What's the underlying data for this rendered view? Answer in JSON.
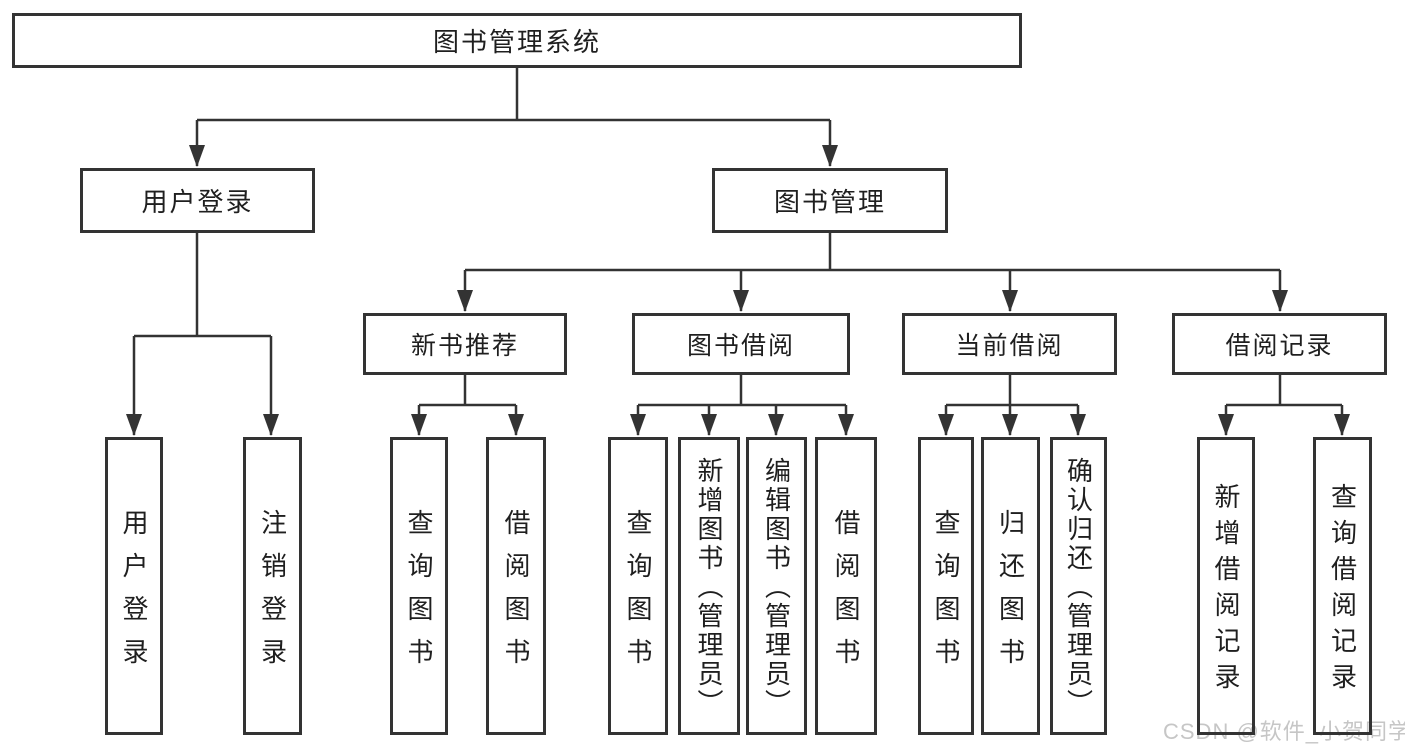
{
  "diagram": {
    "root": {
      "label": "图书管理系统"
    },
    "level2": [
      {
        "label": "用户登录"
      },
      {
        "label": "图书管理"
      }
    ],
    "level3": [
      {
        "label": "新书推荐"
      },
      {
        "label": "图书借阅"
      },
      {
        "label": "当前借阅"
      },
      {
        "label": "借阅记录"
      }
    ],
    "leaf_groups": [
      {
        "parent": "用户登录",
        "items": [
          "用户登录",
          "注销登录"
        ]
      },
      {
        "parent": "新书推荐",
        "items": [
          "查询图书",
          "借阅图书"
        ]
      },
      {
        "parent": "图书借阅",
        "items": [
          "查询图书",
          "新增图书（管理员）",
          "编辑图书（管理员）",
          "借阅图书"
        ]
      },
      {
        "parent": "当前借阅",
        "items": [
          "查询图书",
          "归还图书",
          "确认归还（管理员）"
        ]
      },
      {
        "parent": "借阅记录",
        "items": [
          "新增借阅记录",
          "查询借阅记录"
        ]
      }
    ]
  },
  "watermark": {
    "text": "CSDN @软件_小贺同学"
  },
  "colors": {
    "line": "#333333",
    "text": "#1f1f1f",
    "watermark": "#c6c6c6",
    "background": "#ffffff"
  }
}
